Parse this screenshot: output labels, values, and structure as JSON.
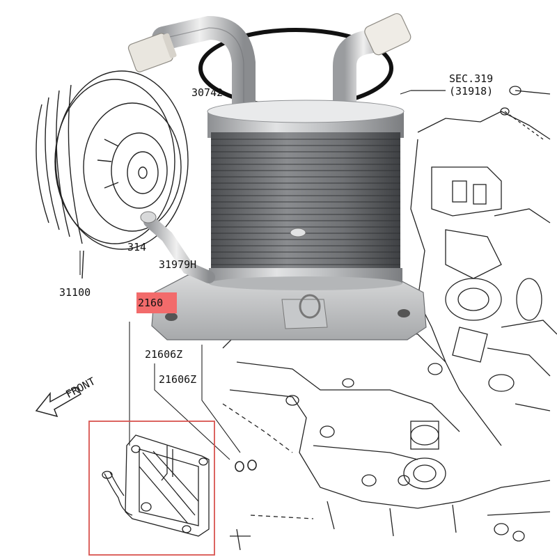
{
  "labels": {
    "sec": "SEC.319",
    "sec_ref": "(31918)",
    "part_30742": "30742",
    "part_314": "314",
    "part_31979": "31979H",
    "part_31100": "31100",
    "part_2160": "2160",
    "part_21606_a": "21606Z",
    "part_21606_b": "21606Z",
    "front": "FRONT"
  },
  "highlight": {
    "label_color": "#f26b6b",
    "box_color": "#d9534f"
  }
}
